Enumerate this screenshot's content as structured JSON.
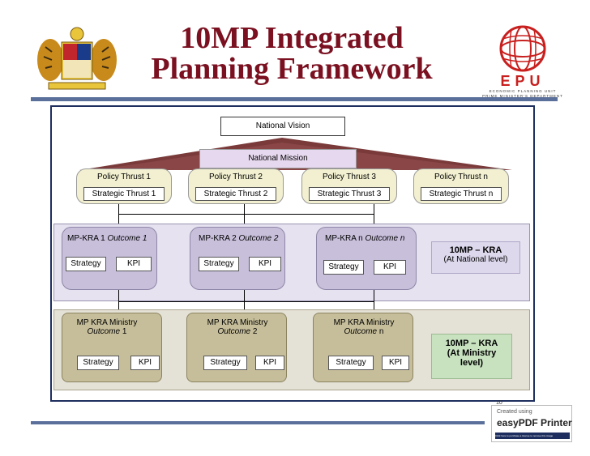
{
  "title_line1": "10MP Integrated",
  "title_line2": "Planning Framework",
  "logo_right": {
    "acronym": "EPU",
    "line1": "ECONOMIC PLANNING UNIT",
    "line2": "PRIME MINISTER'S DEPARTMENT"
  },
  "national_vision": "National Vision",
  "national_mission": "National Mission",
  "policy_thrusts": [
    {
      "label": "Policy Thrust 1",
      "strategic": "Strategic Thrust 1"
    },
    {
      "label": "Policy Thrust 2",
      "strategic": "Strategic Thrust 2"
    },
    {
      "label": "Policy Thrust 3",
      "strategic": "Strategic Thrust 3"
    },
    {
      "label": "Policy Thrust n",
      "strategic": "Strategic Thrust n"
    }
  ],
  "mp_kra": [
    {
      "prefix": "MP-KRA 1 ",
      "outcome": "Outcome 1",
      "strategy": "Strategy",
      "kpi": "KPI"
    },
    {
      "prefix": "MP-KRA 2 ",
      "outcome": "Outcome 2",
      "strategy": "Strategy",
      "kpi": "KPI"
    },
    {
      "prefix": "MP-KRA n ",
      "outcome": "Outcome n",
      "strategy": "Strategy",
      "kpi": "KPI"
    }
  ],
  "national_level": {
    "line1": "10MP – KRA",
    "line2": "(At National level)"
  },
  "ministry_kra": [
    {
      "line1": "MP KRA Ministry",
      "outcome": "Outcome",
      "num": " 1",
      "strategy": "Strategy",
      "kpi": "KPI"
    },
    {
      "line1": "MP KRA Ministry",
      "outcome": "Outcome",
      "num": " 2",
      "strategy": "Strategy",
      "kpi": "KPI"
    },
    {
      "line1": "MP KRA Ministry",
      "outcome": "Outcome",
      "num": " n",
      "strategy": "Strategy",
      "kpi": "KPI"
    }
  ],
  "ministry_level": {
    "line1": "10MP – KRA",
    "line2": "(At Ministry",
    "line3": "level)"
  },
  "page_number": "10",
  "badge": {
    "line1": "Created using",
    "line2a": "easy",
    "line2b": "PDF Printer",
    "line3": "Click here to purchase a license to remove this image"
  },
  "colors": {
    "title": "#7a1020",
    "frame": "#1e2e5e",
    "kra_band": "#e6e2f0",
    "kra_box": "#c8bfdb",
    "ministry_band": "#e4e1d6",
    "ministry_box": "#c6be9a",
    "green": "#c8e2c0",
    "triangle": "#7a3a3a"
  }
}
